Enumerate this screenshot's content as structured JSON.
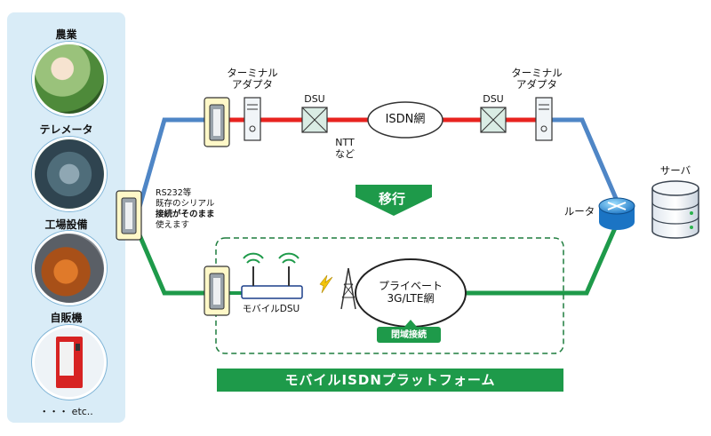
{
  "categories": [
    {
      "label": "農業"
    },
    {
      "label": "テレメータ"
    },
    {
      "label": "工場設備"
    },
    {
      "label": "自販機"
    }
  ],
  "etc_label": "・・・ etc..",
  "top_route": {
    "terminal_adapter_left": "ターミナル\nアダプタ",
    "terminal_adapter_right": "ターミナル\nアダプタ",
    "dsu_left": "DSU",
    "dsu_right": "DSU",
    "isdn": "ISDN網",
    "ntt": "NTT\nなど"
  },
  "rs232_note": [
    "RS232等",
    "既存のシリアル",
    "接続がそのまま",
    "使えます"
  ],
  "migration_label": "移行",
  "router_label": "ルータ",
  "server_label": "サーバ",
  "bottom_route": {
    "mobile_dsu": "モバイルDSU",
    "private_net_line1": "プライベート",
    "private_net_line2": "3G/LTE網",
    "closed_connection": "閉域接続"
  },
  "banner": "モバイルISDNプラットフォーム",
  "colors": {
    "red_line": "#e8231f",
    "blue_line": "#4f86c6",
    "green_line": "#1e9a4a",
    "panel_bg": "#d9ecf7"
  }
}
